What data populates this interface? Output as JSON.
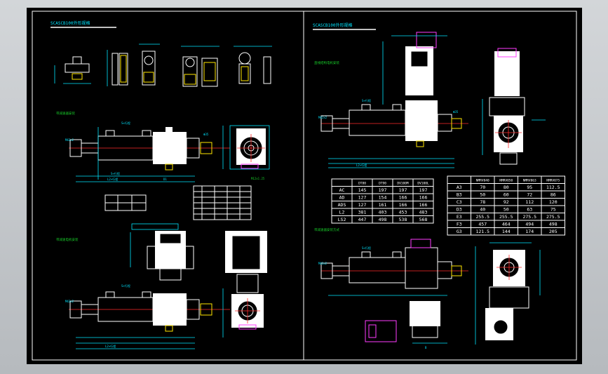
{
  "sheet1": {
    "title": "SCASCB100外形规格"
  },
  "sheet2": {
    "title": "SCASCB100外形规格"
  },
  "labels": {
    "section_a": "带减速电机安装",
    "section_b": "带减速器安装",
    "sec_right_1": "直线结构电机安装",
    "sec_right_2": "带减速器安装方式",
    "dim_stroke": "S+行程",
    "dim_total": "L2+行程",
    "dim_c": "D1",
    "dim_m": "M42x2",
    "dim_phi": "Φ35",
    "dim_phi2": "Φ80",
    "dim_b": "B",
    "dim_a": "A"
  },
  "table_right1": {
    "headers": [
      "",
      "DT80",
      "DT90",
      "DV100M",
      "DV100L"
    ],
    "rows": [
      [
        "AC",
        "145",
        "197",
        "197",
        "197"
      ],
      [
        "AD",
        "127",
        "154",
        "166",
        "166"
      ],
      [
        "ADS",
        "127",
        "161",
        "166",
        "166"
      ],
      [
        "L2",
        "381",
        "403",
        "453",
        "483"
      ],
      [
        "LS2",
        "447",
        "498",
        "538",
        "568"
      ]
    ]
  },
  "table_right2": {
    "headers": [
      "",
      "NMRV040",
      "NMRV050",
      "NMRV063",
      "NMRV075"
    ],
    "rows": [
      [
        "A3",
        "70",
        "80",
        "95",
        "112.5"
      ],
      [
        "B3",
        "50",
        "60",
        "72",
        "86"
      ],
      [
        "C3",
        "78",
        "92",
        "112",
        "120"
      ],
      [
        "D3",
        "40",
        "50",
        "63",
        "75"
      ],
      [
        "E3",
        "255.5",
        "255.5",
        "275.5",
        "275.5"
      ],
      [
        "F3",
        "457",
        "464",
        "494",
        "498"
      ],
      [
        "G3",
        "121.5",
        "144",
        "174",
        "205"
      ]
    ]
  }
}
